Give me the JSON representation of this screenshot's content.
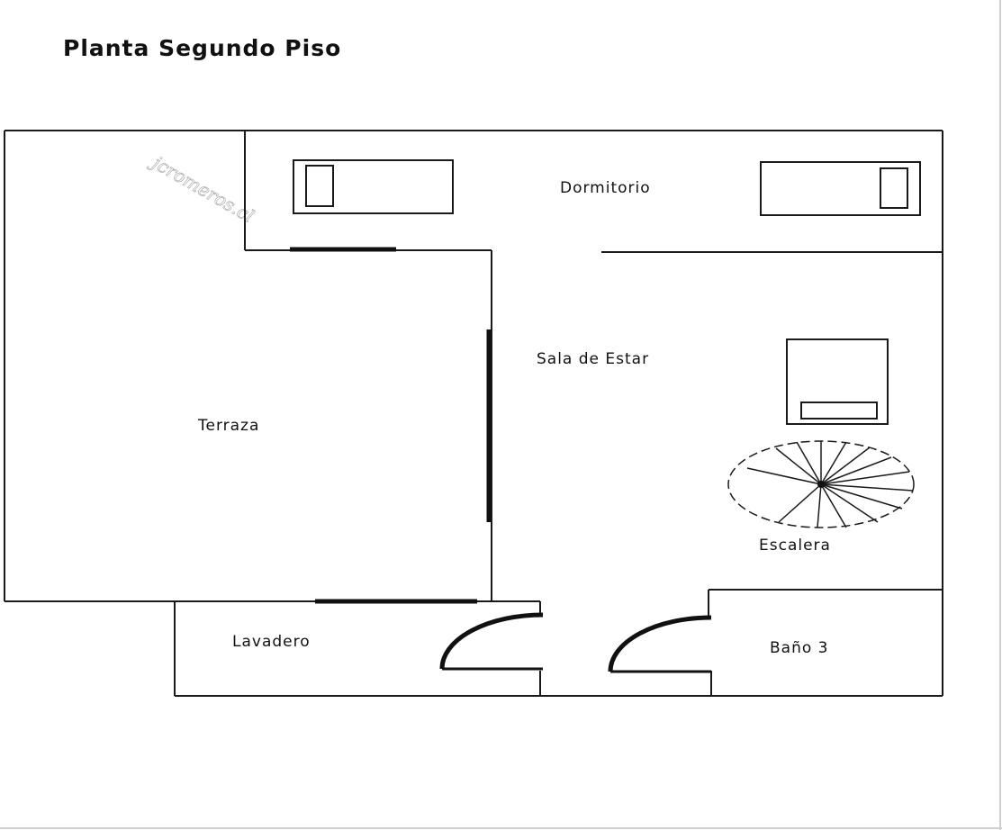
{
  "title": "Planta Segundo Piso",
  "watermark": "jcromeros.cl",
  "rooms": {
    "dormitorio": "Dormitorio",
    "sala_de_estar": "Sala de Estar",
    "terraza": "Terraza",
    "escalera": "Escalera",
    "lavadero": "Lavadero",
    "bano": "Baño 3"
  },
  "colors": {
    "background": "#ffffff",
    "lines": "#1a1a1a"
  }
}
